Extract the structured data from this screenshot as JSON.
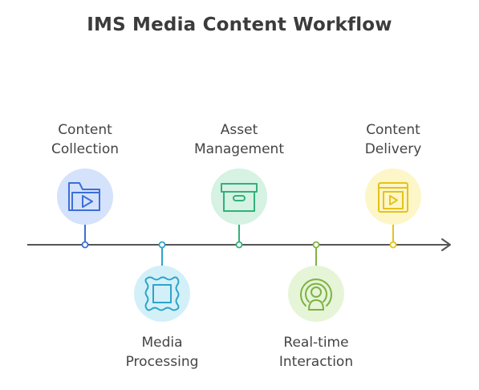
{
  "title": "IMS Media Content Workflow",
  "steps": [
    {
      "line1": "Content",
      "line2": "Collection",
      "icon": "folder-video-icon",
      "color": "#3d6fd6",
      "fill": "#d4e2fb"
    },
    {
      "line1": "Media",
      "line2": "Processing",
      "icon": "framed-square-icon",
      "color": "#2ea3c9",
      "fill": "#d3f0f8"
    },
    {
      "line1": "Asset",
      "line2": "Management",
      "icon": "archive-box-icon",
      "color": "#33b07a",
      "fill": "#d5f2e3"
    },
    {
      "line1": "Real-time",
      "line2": "Interaction",
      "icon": "broadcast-user-icon",
      "color": "#7cb342",
      "fill": "#e6f4d8"
    },
    {
      "line1": "Content",
      "line2": "Delivery",
      "icon": "video-book-icon",
      "color": "#e6c21a",
      "fill": "#fdf6c8"
    }
  ],
  "colors": {
    "timeline": "#555555",
    "text": "#444444"
  }
}
